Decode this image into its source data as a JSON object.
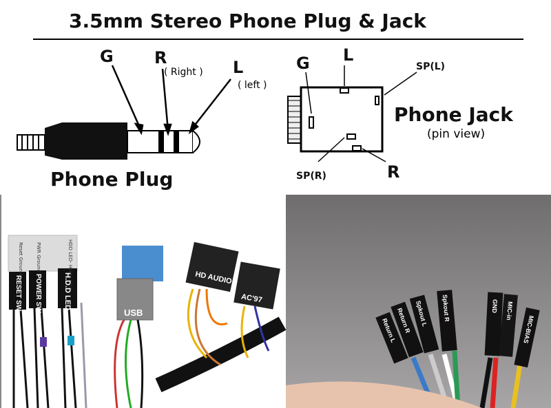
{
  "title": "3.5mm Stereo Phone Plug & Jack",
  "plug": {
    "g": "G",
    "r": "R",
    "r_note": "( Right )",
    "l": "L",
    "l_note": "( left )",
    "caption": "Phone Plug"
  },
  "jack": {
    "g": "G",
    "l": "L",
    "spl": "SP(L)",
    "spr": "SP(R)",
    "r": "R",
    "caption": "Phone Jack",
    "sub": "(pin view)"
  },
  "front_panel": {
    "led_label_1": "Reset Ground",
    "led_label_2": "PWR Ground",
    "led_label_3": "HDD LED- HDD LED+",
    "reset": "RESET SW",
    "power": "POWER SW",
    "hdd": "H.D.D LED",
    "usb": "USB",
    "hd_audio": "HD AUDIO",
    "ac97": "AC'97"
  },
  "audio_pins": [
    "Return L",
    "Return R",
    "Spkout L",
    "Spkout R",
    "GND",
    "MIC-in",
    "MIC-BIAS"
  ]
}
